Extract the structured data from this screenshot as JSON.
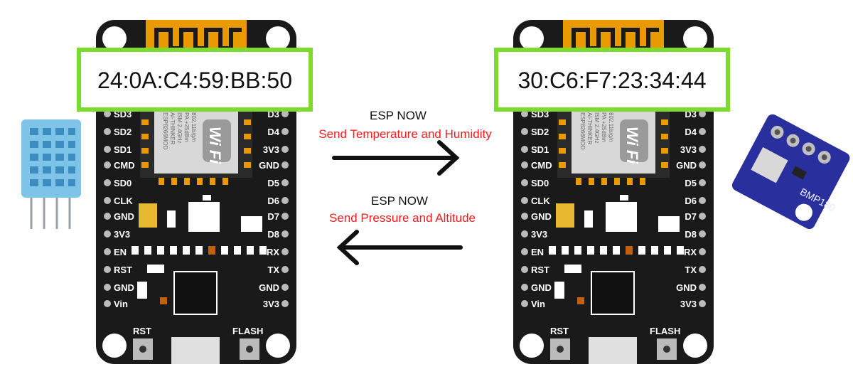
{
  "left_board": {
    "mac_address": "24:0A:C4:59:BB:50",
    "pins_left": [
      "SD3",
      "SD2",
      "SD1",
      "CMD",
      "SD0",
      "CLK",
      "GND",
      "3V3",
      "EN",
      "RST",
      "GND",
      "Vin"
    ],
    "pins_right": [
      "D3",
      "D4",
      "3V3",
      "GND",
      "D5",
      "D6",
      "D7",
      "D8",
      "RX",
      "TX",
      "GND",
      "3V3"
    ],
    "rst_button_label": "RST",
    "flash_button_label": "FLASH",
    "module_text": [
      "ESP8266MOD",
      "AI-THINKER",
      "ISM 2.4GHz",
      "PA +25dBm",
      "802.11b/g/n"
    ],
    "wifi_logo": "Wi Fi"
  },
  "right_board": {
    "mac_address": "30:C6:F7:23:34:44",
    "pins_left": [
      "SD3",
      "SD2",
      "SD1",
      "CMD",
      "SD0",
      "CLK",
      "GND",
      "3V3",
      "EN",
      "RST",
      "GND",
      "Vin"
    ],
    "pins_right": [
      "D3",
      "D4",
      "3V3",
      "GND",
      "D5",
      "D6",
      "D7",
      "D8",
      "RX",
      "TX",
      "GND",
      "3V3"
    ],
    "rst_button_label": "RST",
    "flash_button_label": "FLASH",
    "module_text": [
      "ESP8266MOD",
      "AI-THINKER",
      "ISM 2.4GHz",
      "PA +25dBm",
      "802.11b/g/n"
    ],
    "wifi_logo": "Wi Fi"
  },
  "arrows": {
    "top": {
      "protocol": "ESP NOW",
      "message": "Send Temperature and Humidity",
      "direction": "right"
    },
    "bottom": {
      "protocol": "ESP NOW",
      "message": "Send Pressure and Altitude",
      "direction": "left"
    }
  },
  "sensors": {
    "left_icon": "dht-sensor-icon",
    "right_label": "BMP180",
    "right_icon": "bmp180-sensor-icon"
  },
  "colors": {
    "board": "#1a1a1a",
    "mac_frame": "#7ddb2e",
    "red_text": "#ff1a1a",
    "dht_body": "#7ec3e8",
    "bmp_body": "#2a2f9e",
    "antenna": "#e89a00"
  }
}
